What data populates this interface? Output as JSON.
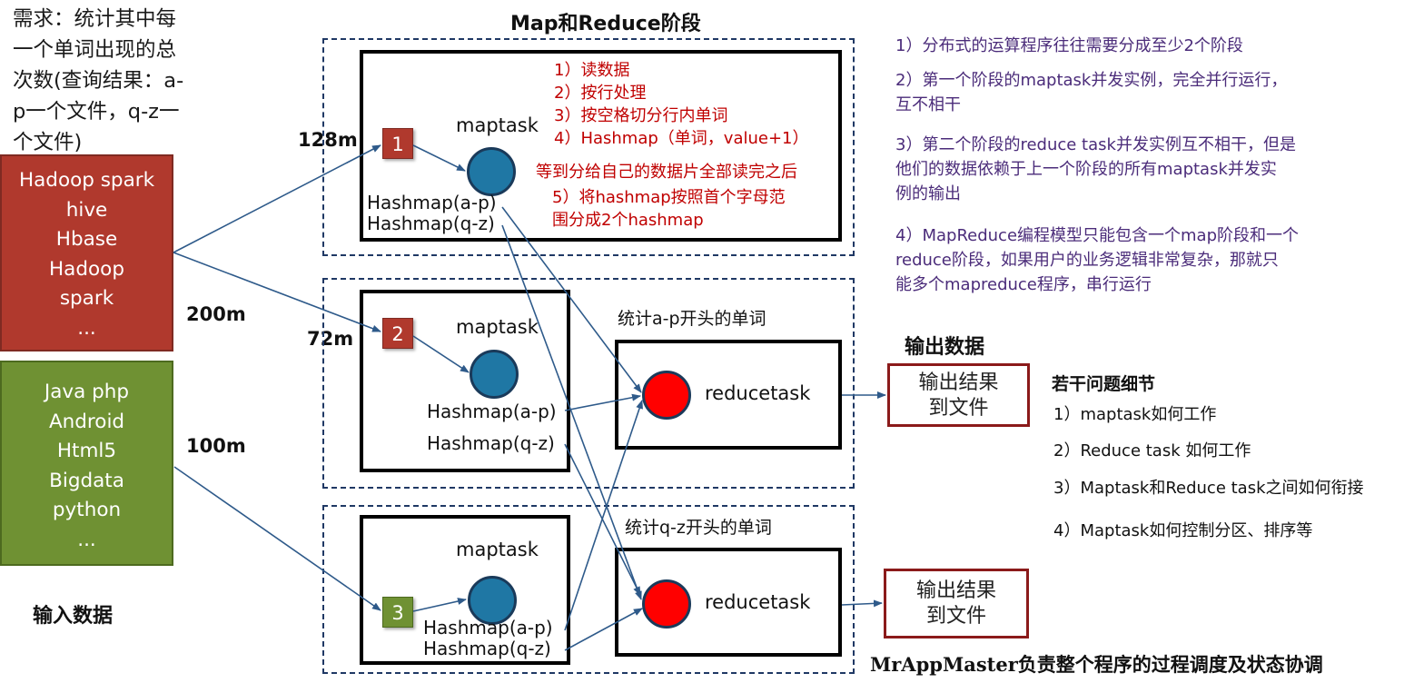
{
  "header": {
    "section_title": "Map和Reduce阶段"
  },
  "requirement": {
    "lines": [
      "需求：统计其中每",
      "一个单词出现的总",
      "次数(查询结果：a-",
      "p一个文件，q-z一",
      "个文件)"
    ]
  },
  "input": {
    "label": "输入数据",
    "red_box_lines": [
      "Hadoop spark",
      "hive",
      "Hbase",
      "Hadoop",
      "spark",
      "..."
    ],
    "green_box_lines": [
      "Java php",
      "Android",
      "Html5",
      "Bigdata",
      "python",
      "..."
    ],
    "size_200": "200m",
    "size_100": "100m",
    "split_128": "128m",
    "split_72": "72m"
  },
  "maptasks": [
    {
      "num": "1",
      "label": "maptask",
      "hashmap_ap": "Hashmap(a-p)",
      "hashmap_qz": "Hashmap(q-z)"
    },
    {
      "num": "2",
      "label": "maptask",
      "hashmap_ap": "Hashmap(a-p)",
      "hashmap_qz": "Hashmap(q-z)"
    },
    {
      "num": "3",
      "label": "maptask",
      "hashmap_ap": "Hashmap(a-p)",
      "hashmap_qz": "Hashmap(q-z)"
    }
  ],
  "map_steps": [
    "1）读数据",
    "2）按行处理",
    "3）按空格切分行内单词",
    "4）Hashmap（单词，value+1）",
    "等到分给自己的数据片全部读完之后",
    "5）将hashmap按照首个字母范",
    "围分成2个hashmap"
  ],
  "reducetasks": [
    {
      "caption": "统计a-p开头的单词",
      "label": "reducetask"
    },
    {
      "caption": "统计q-z开头的单词",
      "label": "reducetask"
    }
  ],
  "output": {
    "title": "输出数据",
    "box1_lines": [
      "输出结果",
      "到文件"
    ],
    "box2_lines": [
      "输出结果",
      "到文件"
    ]
  },
  "notes": [
    {
      "lines": [
        "1）分布式的运算程序往往需要分成至少2个阶段"
      ]
    },
    {
      "lines": [
        "2）第一个阶段的maptask并发实例，完全并行运行，",
        "互不相干"
      ]
    },
    {
      "lines": [
        "3）第二个阶段的reduce task并发实例互不相干，但是",
        "他们的数据依赖于上一个阶段的所有maptask并发实",
        "例的输出"
      ]
    },
    {
      "lines": [
        "4）MapReduce编程模型只能包含一个map阶段和一个",
        "reduce阶段，如果用户的业务逻辑非常复杂，那就只",
        "能多个mapreduce程序，串行运行"
      ]
    }
  ],
  "questions": {
    "title": "若干问题细节",
    "items": [
      "1）maptask如何工作",
      "2）Reduce task 如何工作",
      "3）Maptask和Reduce task之间如何衔接",
      "4）Maptask如何控制分区、排序等"
    ]
  },
  "footer": {
    "master_note": "MrAppMaster负责整个程序的过程调度及状态协调"
  },
  "colors": {
    "input_red": "#b0392d",
    "input_green": "#6f9133",
    "map_circle": "#1f77a4",
    "reduce_circle": "#ff0000",
    "step_text": "#c00000",
    "note_text": "#4b2c7a",
    "arrow": "#2e5a8a"
  }
}
